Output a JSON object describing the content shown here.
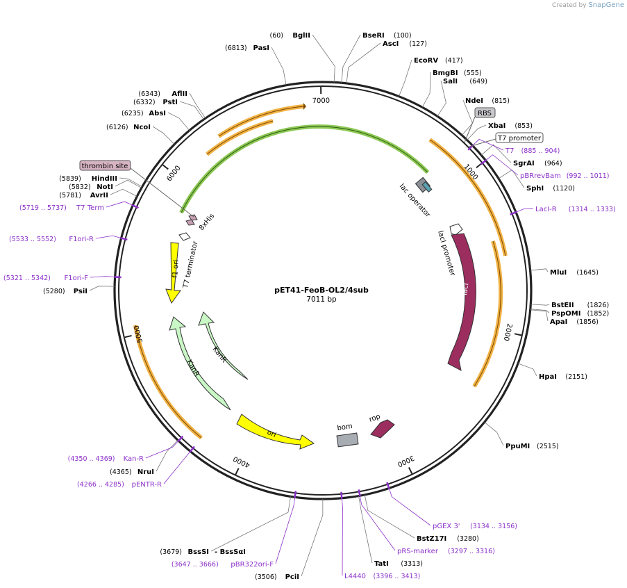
{
  "credit": {
    "prefix": "Created by",
    "brand": "SnapGene"
  },
  "plasmid": {
    "name": "pET41-FeoB-OL2/4sub",
    "length_label": "7011 bp",
    "length": 7011
  },
  "colors": {
    "primer": "#8b2fc9",
    "orf_orange": "#f0a830",
    "green": "#7fc241",
    "lacI": "#9b2d5f",
    "yellow": "#ffff00",
    "light_green": "#c9f7c6",
    "rop": "#9b2d5f",
    "gray": "#a8acb3"
  },
  "ticks": [
    {
      "pos": 1000,
      "label": "1000"
    },
    {
      "pos": 2000,
      "label": "2000"
    },
    {
      "pos": 3000,
      "label": "3000"
    },
    {
      "pos": 4000,
      "label": "4000"
    },
    {
      "pos": 5000,
      "label": "5000"
    },
    {
      "pos": 6000,
      "label": "6000"
    },
    {
      "pos": 7000,
      "label": "7000"
    }
  ],
  "enzymes": [
    {
      "name": "BglII",
      "pos": "(60)",
      "at": 60
    },
    {
      "name": "BseRI",
      "pos": "(100)",
      "at": 100
    },
    {
      "name": "AscI",
      "pos": "(127)",
      "at": 127
    },
    {
      "name": "EcoRV",
      "pos": "(417)",
      "at": 417
    },
    {
      "name": "BmgBI",
      "pos": "(555)",
      "at": 555
    },
    {
      "name": "SalI",
      "pos": "(649)",
      "at": 649
    },
    {
      "name": "NdeI",
      "pos": "(815)",
      "at": 815
    },
    {
      "name": "XbaI",
      "pos": "(853)",
      "at": 853
    },
    {
      "name": "SgrAI",
      "pos": "(964)",
      "at": 964
    },
    {
      "name": "SphI",
      "pos": "(1120)",
      "at": 1120
    },
    {
      "name": "MluI",
      "pos": "(1645)",
      "at": 1645
    },
    {
      "name": "BstEII",
      "pos": "(1826)",
      "at": 1826
    },
    {
      "name": "PspOMI",
      "pos": "(1852)",
      "at": 1852
    },
    {
      "name": "ApaI",
      "pos": "(1856)",
      "at": 1856
    },
    {
      "name": "HpaI",
      "pos": "(2151)",
      "at": 2151
    },
    {
      "name": "PpuMI",
      "pos": "(2515)",
      "at": 2515
    },
    {
      "name": "BstZ17I",
      "pos": "(3280)",
      "at": 3280
    },
    {
      "name": "TatI",
      "pos": "(3313)",
      "at": 3313
    },
    {
      "name": "PciI",
      "pos": "(3506)",
      "at": 3506
    },
    {
      "name": "BssSI",
      "pos": "(3679)",
      "at": 3679,
      "extra": "- BssSαI"
    },
    {
      "name": "NruI",
      "pos": "(4365)",
      "at": 4365
    },
    {
      "name": "PsiI",
      "pos": "(5280)",
      "at": 5280
    },
    {
      "name": "AvrII",
      "pos": "(5781)",
      "at": 5781
    },
    {
      "name": "NotI",
      "pos": "(5832)",
      "at": 5832
    },
    {
      "name": "HindIII",
      "pos": "(5839)",
      "at": 5839
    },
    {
      "name": "NcoI",
      "pos": "(6126)",
      "at": 6126
    },
    {
      "name": "AbsI",
      "pos": "(6235)",
      "at": 6235
    },
    {
      "name": "PstI",
      "pos": "(6332)",
      "at": 6332
    },
    {
      "name": "AflII",
      "pos": "(6343)",
      "at": 6343
    },
    {
      "name": "PasI",
      "pos": "(6813)",
      "at": 6813
    }
  ],
  "primers": [
    {
      "name": "T7",
      "pos": "(885 .. 904)",
      "at": 895
    },
    {
      "name": "pBRrevBam",
      "pos": "(992 .. 1011)",
      "at": 1001
    },
    {
      "name": "LacI-R",
      "pos": "(1314 .. 1333)",
      "at": 1323
    },
    {
      "name": "pGEX 3'",
      "pos": "(3134 .. 3156)",
      "at": 3145
    },
    {
      "name": "pRS-marker",
      "pos": "(3297 .. 3316)",
      "at": 3306
    },
    {
      "name": "L4440",
      "pos": "(3396 .. 3413)",
      "at": 3404
    },
    {
      "name": "pBR322ori-F",
      "pos": "(3647 .. 3666)",
      "at": 3656
    },
    {
      "name": "pENTR-R",
      "pos": "(4266 .. 4285)",
      "at": 4275
    },
    {
      "name": "Kan-R",
      "pos": "(4350 .. 4369)",
      "at": 4360
    },
    {
      "name": "F1ori-F",
      "pos": "(5321 .. 5342)",
      "at": 5331
    },
    {
      "name": "F1ori-R",
      "pos": "(5533 .. 5552)",
      "at": 5542
    },
    {
      "name": "T7 Term",
      "pos": "(5719 .. 5737)",
      "at": 5728
    }
  ],
  "boxed_features": [
    {
      "name": "RBS"
    },
    {
      "name": "T7 promoter"
    },
    {
      "name": "thrombin site"
    }
  ],
  "features": {
    "lac_operator": "lac operator",
    "lacI_promoter": "lacI promoter",
    "lacI": "lacI",
    "rop": "rop",
    "bom": "bom",
    "ori": "ori",
    "kanR_outer": "KanR",
    "kanR_inner": "KanR",
    "f1_ori": "f1 ori",
    "t7_terminator": "T7 terminator",
    "his": "8xHis"
  }
}
